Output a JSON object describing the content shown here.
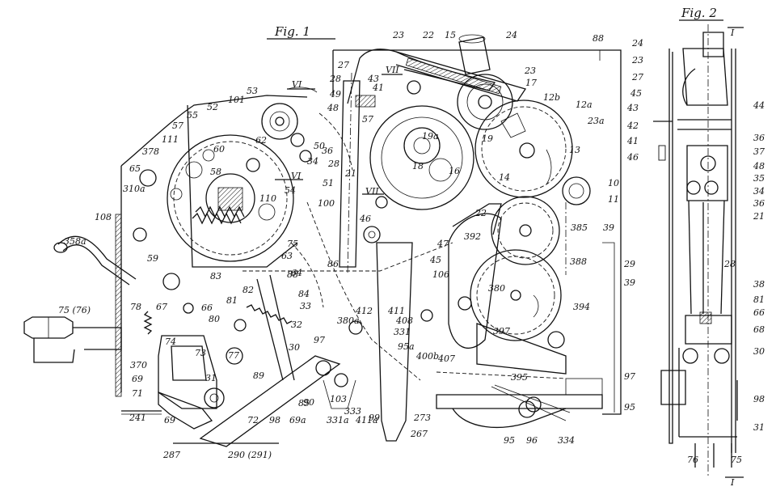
{
  "fig1": {
    "title": "Fig. 1",
    "labels": [
      "23",
      "22",
      "15",
      "24",
      "88",
      "27",
      "VII",
      "43",
      "41",
      "23",
      "17",
      "12b",
      "12a",
      "49",
      "28",
      "48",
      "57",
      "19a",
      "23a",
      "53",
      "VI",
      "101",
      "52",
      "55",
      "57",
      "111",
      "378",
      "65",
      "310a",
      "108",
      "358a",
      "60",
      "62",
      "50",
      "36",
      "28",
      "34",
      "51",
      "21",
      "58",
      "110",
      "54",
      "100",
      "VI",
      "VII",
      "19",
      "13",
      "18",
      "16",
      "14",
      "10",
      "11",
      "22",
      "59",
      "75",
      "385",
      "39",
      "392",
      "47",
      "45",
      "388",
      "86",
      "46",
      "106",
      "380",
      "394",
      "83",
      "88",
      "81",
      "82",
      "84",
      "33",
      "32",
      "63",
      "64",
      "66",
      "78",
      "67",
      "80",
      "77",
      "73",
      "74",
      "75 (76)",
      "412",
      "411",
      "408",
      "380a",
      "397",
      "331",
      "95a",
      "400b",
      "407",
      "395",
      "370",
      "69",
      "71",
      "31",
      "97",
      "30",
      "89",
      "90",
      "103",
      "99",
      "273",
      "267",
      "95",
      "96",
      "334",
      "241",
      "69",
      "72",
      "98",
      "69a",
      "85",
      "331a",
      "333",
      "411a",
      "287",
      "290 (291)"
    ]
  },
  "fig2": {
    "title": "Fig. 2",
    "labels": [
      "I",
      "24",
      "23",
      "27",
      "45",
      "43",
      "44",
      "42",
      "41",
      "36",
      "37",
      "46",
      "48",
      "35",
      "34",
      "36",
      "21",
      "29",
      "28",
      "39",
      "38",
      "81",
      "66",
      "68",
      "30",
      "97",
      "95",
      "98",
      "31",
      "76",
      "75",
      "I"
    ]
  }
}
